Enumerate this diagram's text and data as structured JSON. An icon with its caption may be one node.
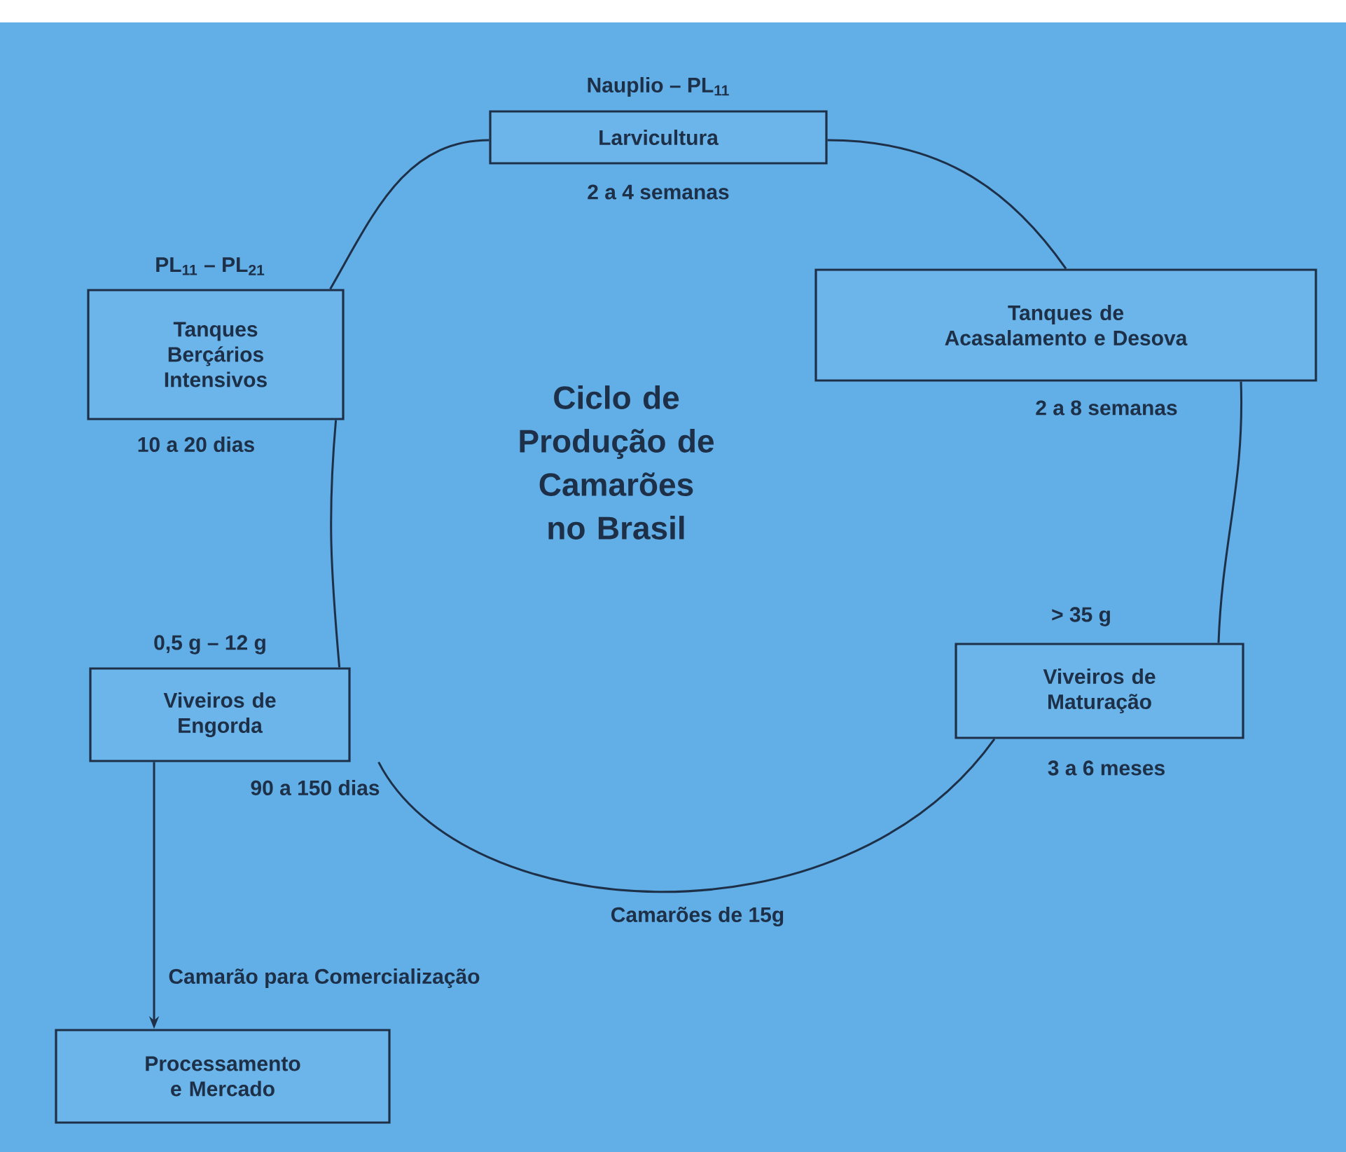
{
  "diagram": {
    "title": "Ciclo de Produção de Camarões no Brasil",
    "nodes": [
      {
        "text": [
          "Larvicultura"
        ],
        "beside": [
          "Nauplio – PL$_{11}$",
          "2 a 4 semanas"
        ]
      },
      {
        "text": [
          "Tanques de Acasalamento e Desova"
        ],
        "beside": [
          "2 a 8 semanas"
        ]
      },
      {
        "text": [
          "Tanques Berçários Intensivos"
        ],
        "beside": [
          "PL$_{11}$ – PL$_{21}$",
          "10 a 20 dias"
        ]
      },
      {
        "text": [
          "Viveiros de Maturação"
        ],
        "beside": [
          "> 35 g",
          "3 a 6 meses"
        ]
      },
      {
        "text": [
          "Viveiros de Engorda"
        ],
        "beside": [
          "0,5 g – 12 g",
          "90 a 150 dias"
        ]
      },
      {
        "text": [
          "Processamento e Mercado"
        ]
      }
    ],
    "edges": [
      {
        "from": 0,
        "to": 1,
        "arrow": "none"
      },
      {
        "from": 1,
        "to": 3,
        "arrow": "none"
      },
      {
        "from": 3,
        "to": 4,
        "arrow": "none",
        "label": "Camarões de 15g"
      },
      {
        "from": 4,
        "to": 2,
        "arrow": "none"
      },
      {
        "from": 2,
        "to": 0,
        "arrow": "none"
      },
      {
        "from": 4,
        "to": 5,
        "arrow": "to",
        "label": "Camarão para Comercialização"
      }
    ]
  }
}
